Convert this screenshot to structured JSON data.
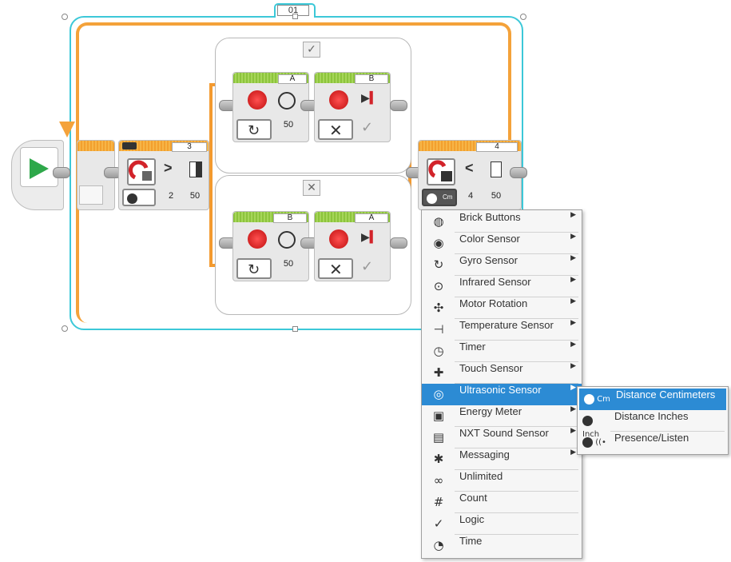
{
  "loop": {
    "name": "01"
  },
  "start_block": {
    "icon": "play-icon"
  },
  "switch_block": {
    "port": "3",
    "operator": ">",
    "params": [
      "2",
      "50"
    ]
  },
  "case_true": {
    "label_icon": "check-icon",
    "blocks": [
      {
        "port": "A",
        "power": "50",
        "mode": "on-icon"
      },
      {
        "port": "B",
        "mode": "stop-icon"
      }
    ]
  },
  "case_false": {
    "label_icon": "cross-icon",
    "blocks": [
      {
        "port": "B",
        "power": "50",
        "mode": "on-icon"
      },
      {
        "port": "A",
        "mode": "stop-icon"
      }
    ]
  },
  "loop_exit": {
    "port": "4",
    "operator": "<",
    "mode_label": "Cm",
    "params": [
      "4",
      "50"
    ]
  },
  "menu": {
    "items": [
      {
        "label": "Brick Buttons",
        "icon": "brick-buttons-icon",
        "glyph": "◍",
        "submenu": true
      },
      {
        "label": "Color Sensor",
        "icon": "color-sensor-icon",
        "glyph": "◉",
        "submenu": true
      },
      {
        "label": "Gyro Sensor",
        "icon": "gyro-sensor-icon",
        "glyph": "↻",
        "submenu": true
      },
      {
        "label": "Infrared Sensor",
        "icon": "infrared-sensor-icon",
        "glyph": "⊙",
        "submenu": true
      },
      {
        "label": "Motor Rotation",
        "icon": "motor-rotation-icon",
        "glyph": "✣",
        "submenu": true
      },
      {
        "label": "Temperature Sensor",
        "icon": "temperature-sensor-icon",
        "glyph": "⊣",
        "submenu": true
      },
      {
        "label": "Timer",
        "icon": "timer-icon",
        "glyph": "◷",
        "submenu": true
      },
      {
        "label": "Touch Sensor",
        "icon": "touch-sensor-icon",
        "glyph": "✚",
        "submenu": true
      },
      {
        "label": "Ultrasonic Sensor",
        "icon": "ultrasonic-sensor-icon",
        "glyph": "◎",
        "submenu": true,
        "highlighted": true
      },
      {
        "label": "Energy Meter",
        "icon": "energy-meter-icon",
        "glyph": "▣",
        "submenu": true
      },
      {
        "label": "NXT Sound Sensor",
        "icon": "nxt-sound-sensor-icon",
        "glyph": "▤",
        "submenu": true
      },
      {
        "label": "Messaging",
        "icon": "messaging-icon",
        "glyph": "✱",
        "submenu": true
      },
      {
        "label": "Unlimited",
        "icon": "infinity-icon",
        "glyph": "∞",
        "submenu": false
      },
      {
        "label": "Count",
        "icon": "count-icon",
        "glyph": "#",
        "submenu": false
      },
      {
        "label": "Logic",
        "icon": "logic-icon",
        "glyph": "✓",
        "submenu": false
      },
      {
        "label": "Time",
        "icon": "time-icon",
        "glyph": "◔",
        "submenu": false
      }
    ],
    "submenu_arrow": "▶"
  },
  "submenu": {
    "items": [
      {
        "label": "Distance Centimeters",
        "unit": "Cm",
        "highlighted": true
      },
      {
        "label": "Distance Inches",
        "unit": "Inch"
      },
      {
        "label": "Presence/Listen",
        "unit": "((•"
      }
    ]
  },
  "colors": {
    "loop_border": "#3cc8d8",
    "loop_header": "#f4a23a",
    "motor_header": "#8cc43c",
    "menu_highlight": "#2c8bd4"
  }
}
